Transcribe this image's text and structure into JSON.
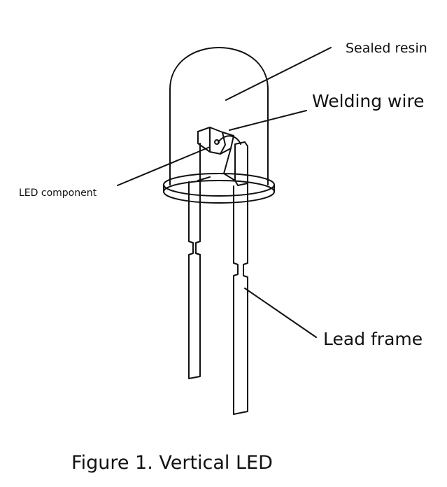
{
  "labels": {
    "sealed_resin": "Sealed resin",
    "welding_wire": "Welding wire",
    "led_component": "LED component",
    "lead_frame": "Lead frame"
  },
  "caption": "Figure 1. Vertical LED",
  "colors": {
    "line": "#111111",
    "background": "#ffffff"
  }
}
